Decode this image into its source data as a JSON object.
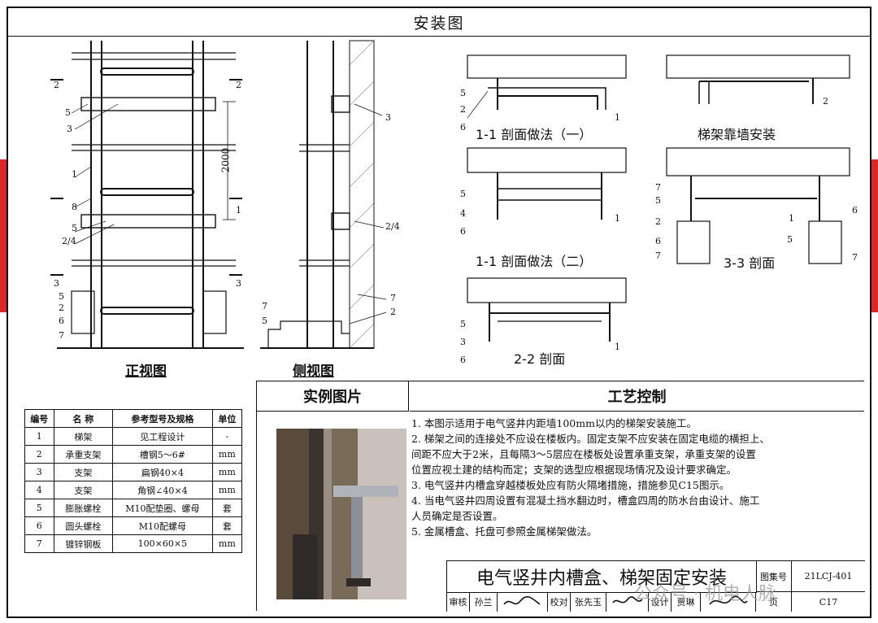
{
  "sheet_title": "安装图",
  "views": {
    "front": "正视图",
    "side": "侧视图"
  },
  "sections": {
    "s1": "1-1 剖面做法（一）",
    "s2": "梯架靠墙安装",
    "s3": "1-1 剖面做法（二）",
    "s4": "3-3 剖面",
    "s5": "2-2 剖面"
  },
  "dimension": "2000",
  "front_labels": [
    "2",
    "2",
    "5",
    "3",
    "1",
    "8",
    "5",
    "2/4",
    "3",
    "3",
    "5",
    "2",
    "6",
    "7",
    "1"
  ],
  "side_labels": [
    "3",
    "2/4",
    "7",
    "2",
    "7",
    "5"
  ],
  "section_labels": {
    "s1": [
      "5",
      "2",
      "6",
      "1"
    ],
    "s2": [
      "2"
    ],
    "s3": [
      "5",
      "4",
      "6",
      "1"
    ],
    "s4": [
      "7",
      "5",
      "2",
      "6",
      "7",
      "1",
      "6",
      "5",
      "7"
    ],
    "s5": [
      "5",
      "3",
      "6",
      "1"
    ]
  },
  "table": {
    "headers": [
      "编号",
      "名 称",
      "参考型号及规格",
      "单位"
    ],
    "rows": [
      [
        "1",
        "梯架",
        "见工程设计",
        "-"
      ],
      [
        "2",
        "承重支架",
        "槽钢5～6#",
        "mm"
      ],
      [
        "3",
        "支架",
        "扁钢40×4",
        "mm"
      ],
      [
        "4",
        "支架",
        "角钢∠40×4",
        "mm"
      ],
      [
        "5",
        "膨胀螺栓",
        "M10配垫圈、螺母",
        "套"
      ],
      [
        "6",
        "圆头螺栓",
        "M10配螺母",
        "套"
      ],
      [
        "7",
        "镀锌钢板",
        "100×60×5",
        "mm"
      ]
    ]
  },
  "photo_header": "实例图片",
  "process_header": "工艺控制",
  "notes": [
    "1.  本图示适用于电气竖井内距墙100mm以内的梯架安装施工。",
    "2.  梯架之间的连接处不应设在楼板内。固定支架不应安装在固定电缆的横担上、",
    "     间距不应大于2米，且每隔3～5层应在楼板处设置承重支架，承重支架的设置",
    "     位置应视土建的结构而定；支架的选型应根据现场情况及设计要求确定。",
    "3.  电气竖井内槽盒穿越楼板处应有防火隔堵措施，措施参见C15图示。",
    "4.  当电气竖井四周设置有混凝土挡水翻边时，槽盒四周的防水台由设计、施工",
    "     人员确定是否设置。",
    "5.  金属槽盒、托盘可参照金属梯架做法。"
  ],
  "titleblock": {
    "title": "电气竖井内槽盒、梯架固定安装",
    "atlas_label": "图集号",
    "atlas_no": "21LCJ-401",
    "review": "审核",
    "reviewer": "孙兰",
    "check": "校对",
    "checker": "张先玉",
    "design": "设计",
    "designer": "贾琳",
    "page_label": "页",
    "page_no": "C17"
  },
  "watermark": "公众号 · 机电人脉"
}
